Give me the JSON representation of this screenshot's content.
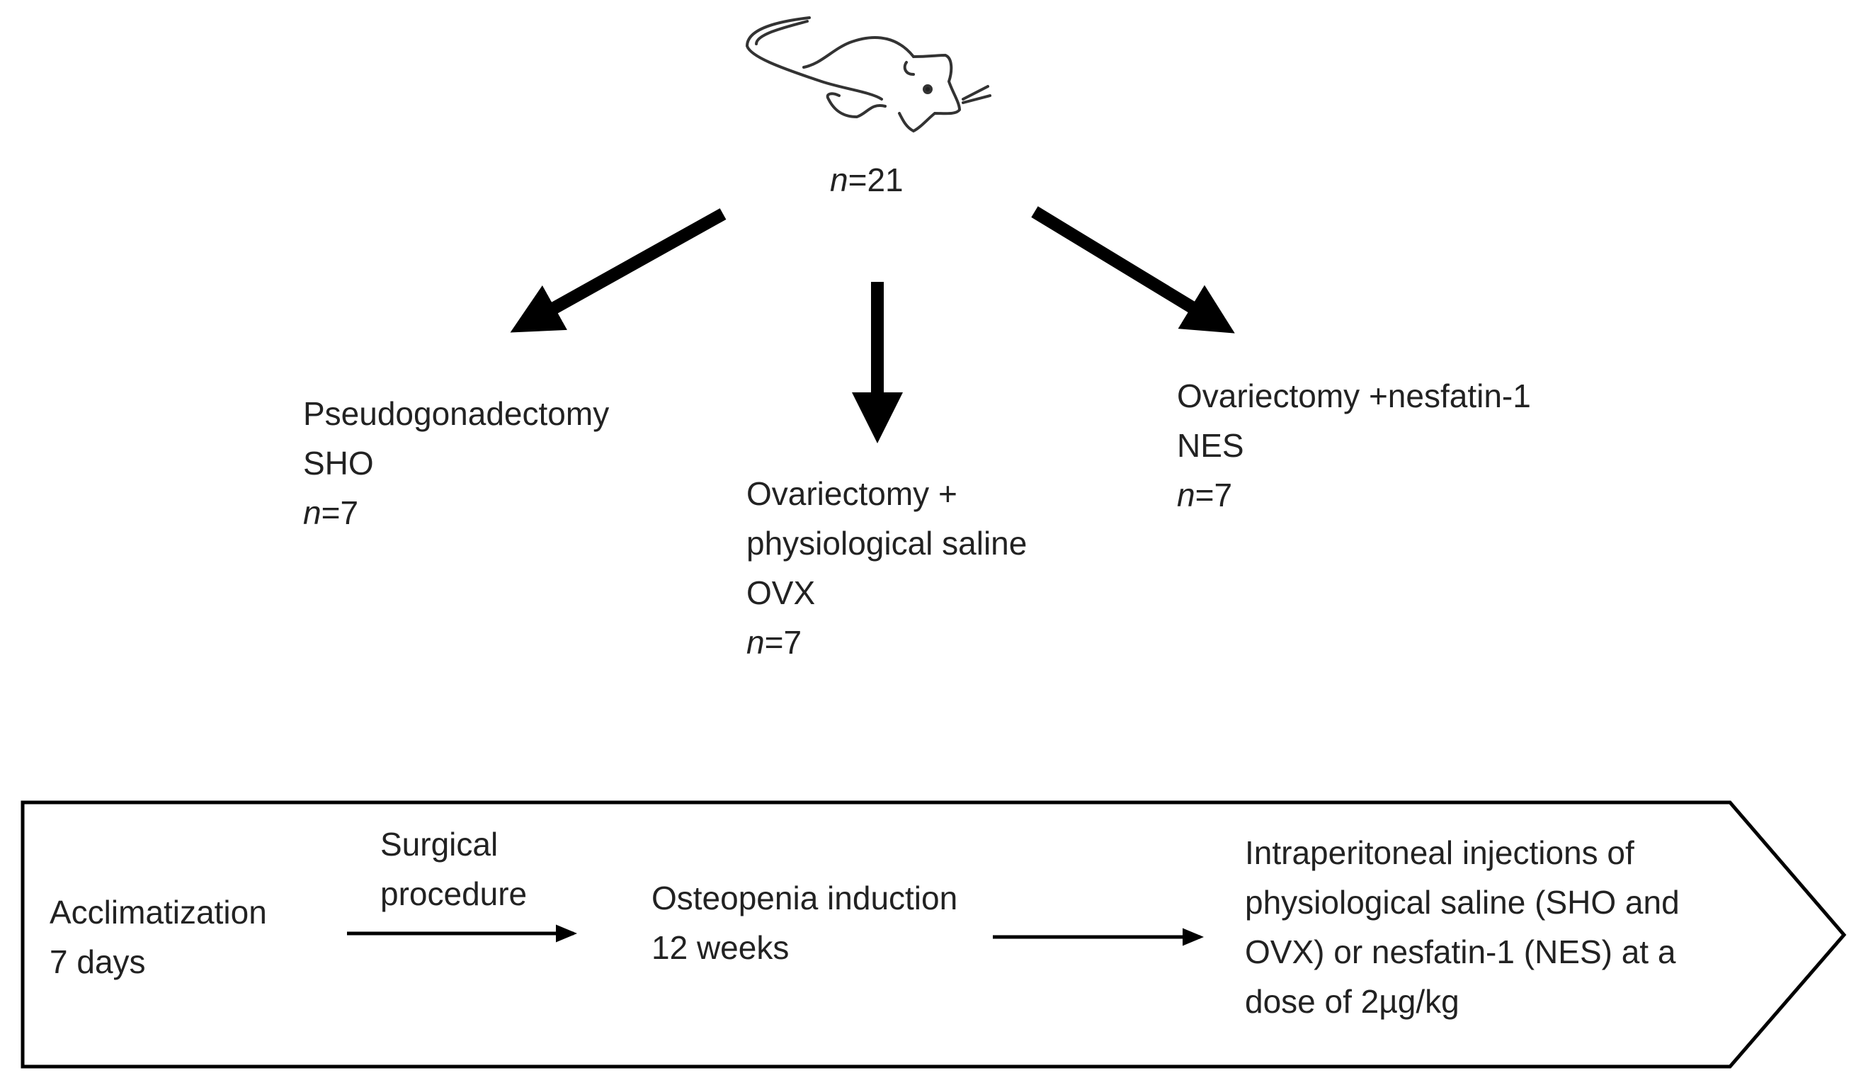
{
  "top": {
    "n_label": "n",
    "n_value": "=21"
  },
  "groups": [
    {
      "lines": [
        "Pseudogonadectomy",
        "SHO"
      ],
      "n_label": "n",
      "n_value": "=7"
    },
    {
      "lines": [
        "Ovariectomy +",
        "physiological saline",
        "OVX"
      ],
      "n_label": "n",
      "n_value": "=7"
    },
    {
      "lines": [
        "Ovariectomy +nesfatin-1",
        "NES"
      ],
      "n_label": "n",
      "n_value": "=7"
    }
  ],
  "timeline": {
    "acclimatization": [
      "Acclimatization",
      " 7 days"
    ],
    "surgical": [
      "Surgical",
      "procedure"
    ],
    "osteopenia": [
      "Osteopenia induction",
      "12 weeks"
    ],
    "injections": [
      "Intraperitoneal injections of",
      "physiological saline (SHO and",
      "OVX) or nesfatin-1 (NES)  at a",
      "dose of 2µg/kg"
    ]
  }
}
